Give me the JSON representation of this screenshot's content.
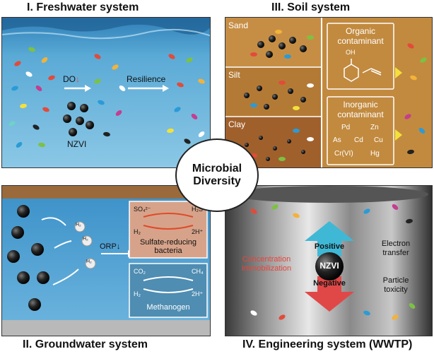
{
  "center": {
    "line1": "Microbial",
    "line2": "Diversity"
  },
  "panel1": {
    "title": "I. Freshwater system",
    "do_label": "DO",
    "resilience_label": "Resilience",
    "nzvi_label": "NZVI"
  },
  "panel2": {
    "title": "II. Groundwater system",
    "h2": "H₂",
    "orp_label": "ORP",
    "sulfate_box": {
      "so4": "SO₄²⁻",
      "h2s": "H₂S",
      "h2": "H₂",
      "twoh": "2H⁺",
      "label1": "Sulfate-reducing",
      "label2": "bacteria"
    },
    "methanogen_box": {
      "co2": "CO₂",
      "ch4": "CH₄",
      "h2": "H₂",
      "twoh": "2H⁺",
      "label": "Methanogen"
    }
  },
  "panel3": {
    "title": "III. Soil system",
    "sand": "Sand",
    "silt": "Silt",
    "clay": "Clay",
    "organic_title1": "Organic",
    "organic_title2": "contaminant",
    "oh": "OH",
    "inorganic_title1": "Inorganic",
    "inorganic_title2": "contaminant",
    "metals": [
      "Pd",
      "Zn",
      "As",
      "Cd",
      "Cu",
      "Cr(VI)",
      "Hg"
    ]
  },
  "panel4": {
    "title": "IV. Engineering system (WWTP)",
    "positive": "Positive",
    "negative": "Negative",
    "nzvi": "NZVI",
    "conc1": "Concentration",
    "conc2": "Immobilization",
    "electron1": "Electron",
    "electron2": "transfer",
    "particle1": "Particle",
    "particle2": "toxicity"
  },
  "colors": {
    "red_text": "#e8453a",
    "positive_arrow": "#3fb8d6",
    "negative_arrow": "#e04848"
  }
}
